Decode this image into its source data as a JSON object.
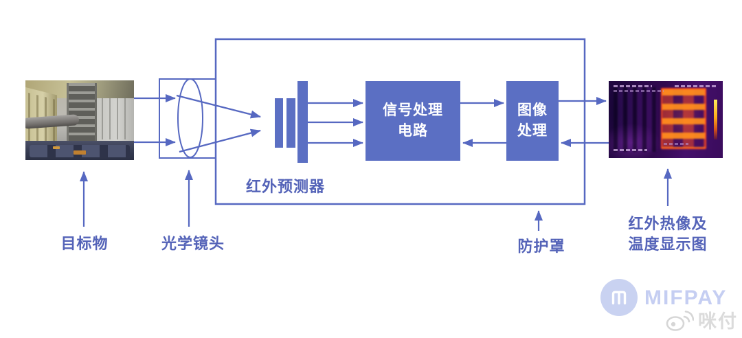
{
  "diagram": {
    "photo_label": "目标物",
    "lens_label": "光学镜头",
    "detector_label": "红外预测器",
    "cover_label": "防护罩",
    "thermal_caption_line1": "红外热像及",
    "thermal_caption_line2": "温度显示图",
    "signal_box_line1": "信号处理",
    "signal_box_line2": "电路",
    "image_box_line1": "图像",
    "image_box_line2": "处理"
  },
  "branding": {
    "logo_text": "MIFPAY",
    "watermark_text": "咪付"
  },
  "colors": {
    "diagram_blue": "#5668C1",
    "box_fill": "#5B6FC3",
    "label_text": "#5463B8",
    "logo_blue": "#C7D0F1",
    "watermark_gray": "#DBDBDB"
  }
}
